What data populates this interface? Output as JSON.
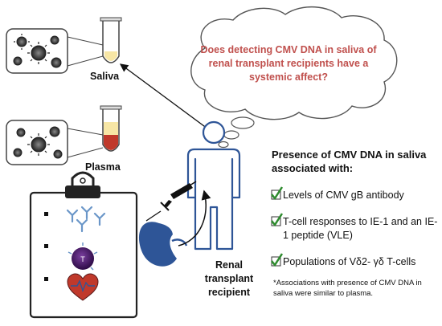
{
  "thought_bubble": {
    "question": "Does detecting CMV DNA in saliva of renal transplant recipients have a systemic affect?"
  },
  "samples": {
    "saliva_label": "Saliva",
    "plasma_label": "Plasma"
  },
  "patient": {
    "label": "Renal transplant recipient"
  },
  "clipboard": {
    "items": [
      "antibody-icon",
      "t-cell-icon",
      "heart-icon"
    ],
    "t_cell_letter": "T"
  },
  "findings": {
    "heading": "Presence of CMV DNA in saliva associated with:",
    "items": [
      "Levels of CMV gB antibody",
      "T-cell responses to IE-1 and an IE-1 peptide (VLE)",
      "Populations of Vδ2- γδ T-cells"
    ],
    "footnote": "*Associations with presence of CMV DNA in saliva were similar to plasma."
  },
  "colors": {
    "question_text": "#c0504d",
    "outline_blue": "#2e5597",
    "check_green": "#2e8b2e",
    "plasma_red": "#c0392b",
    "tube_yellow": "#f7e6a5",
    "heart_red": "#c0392b"
  }
}
